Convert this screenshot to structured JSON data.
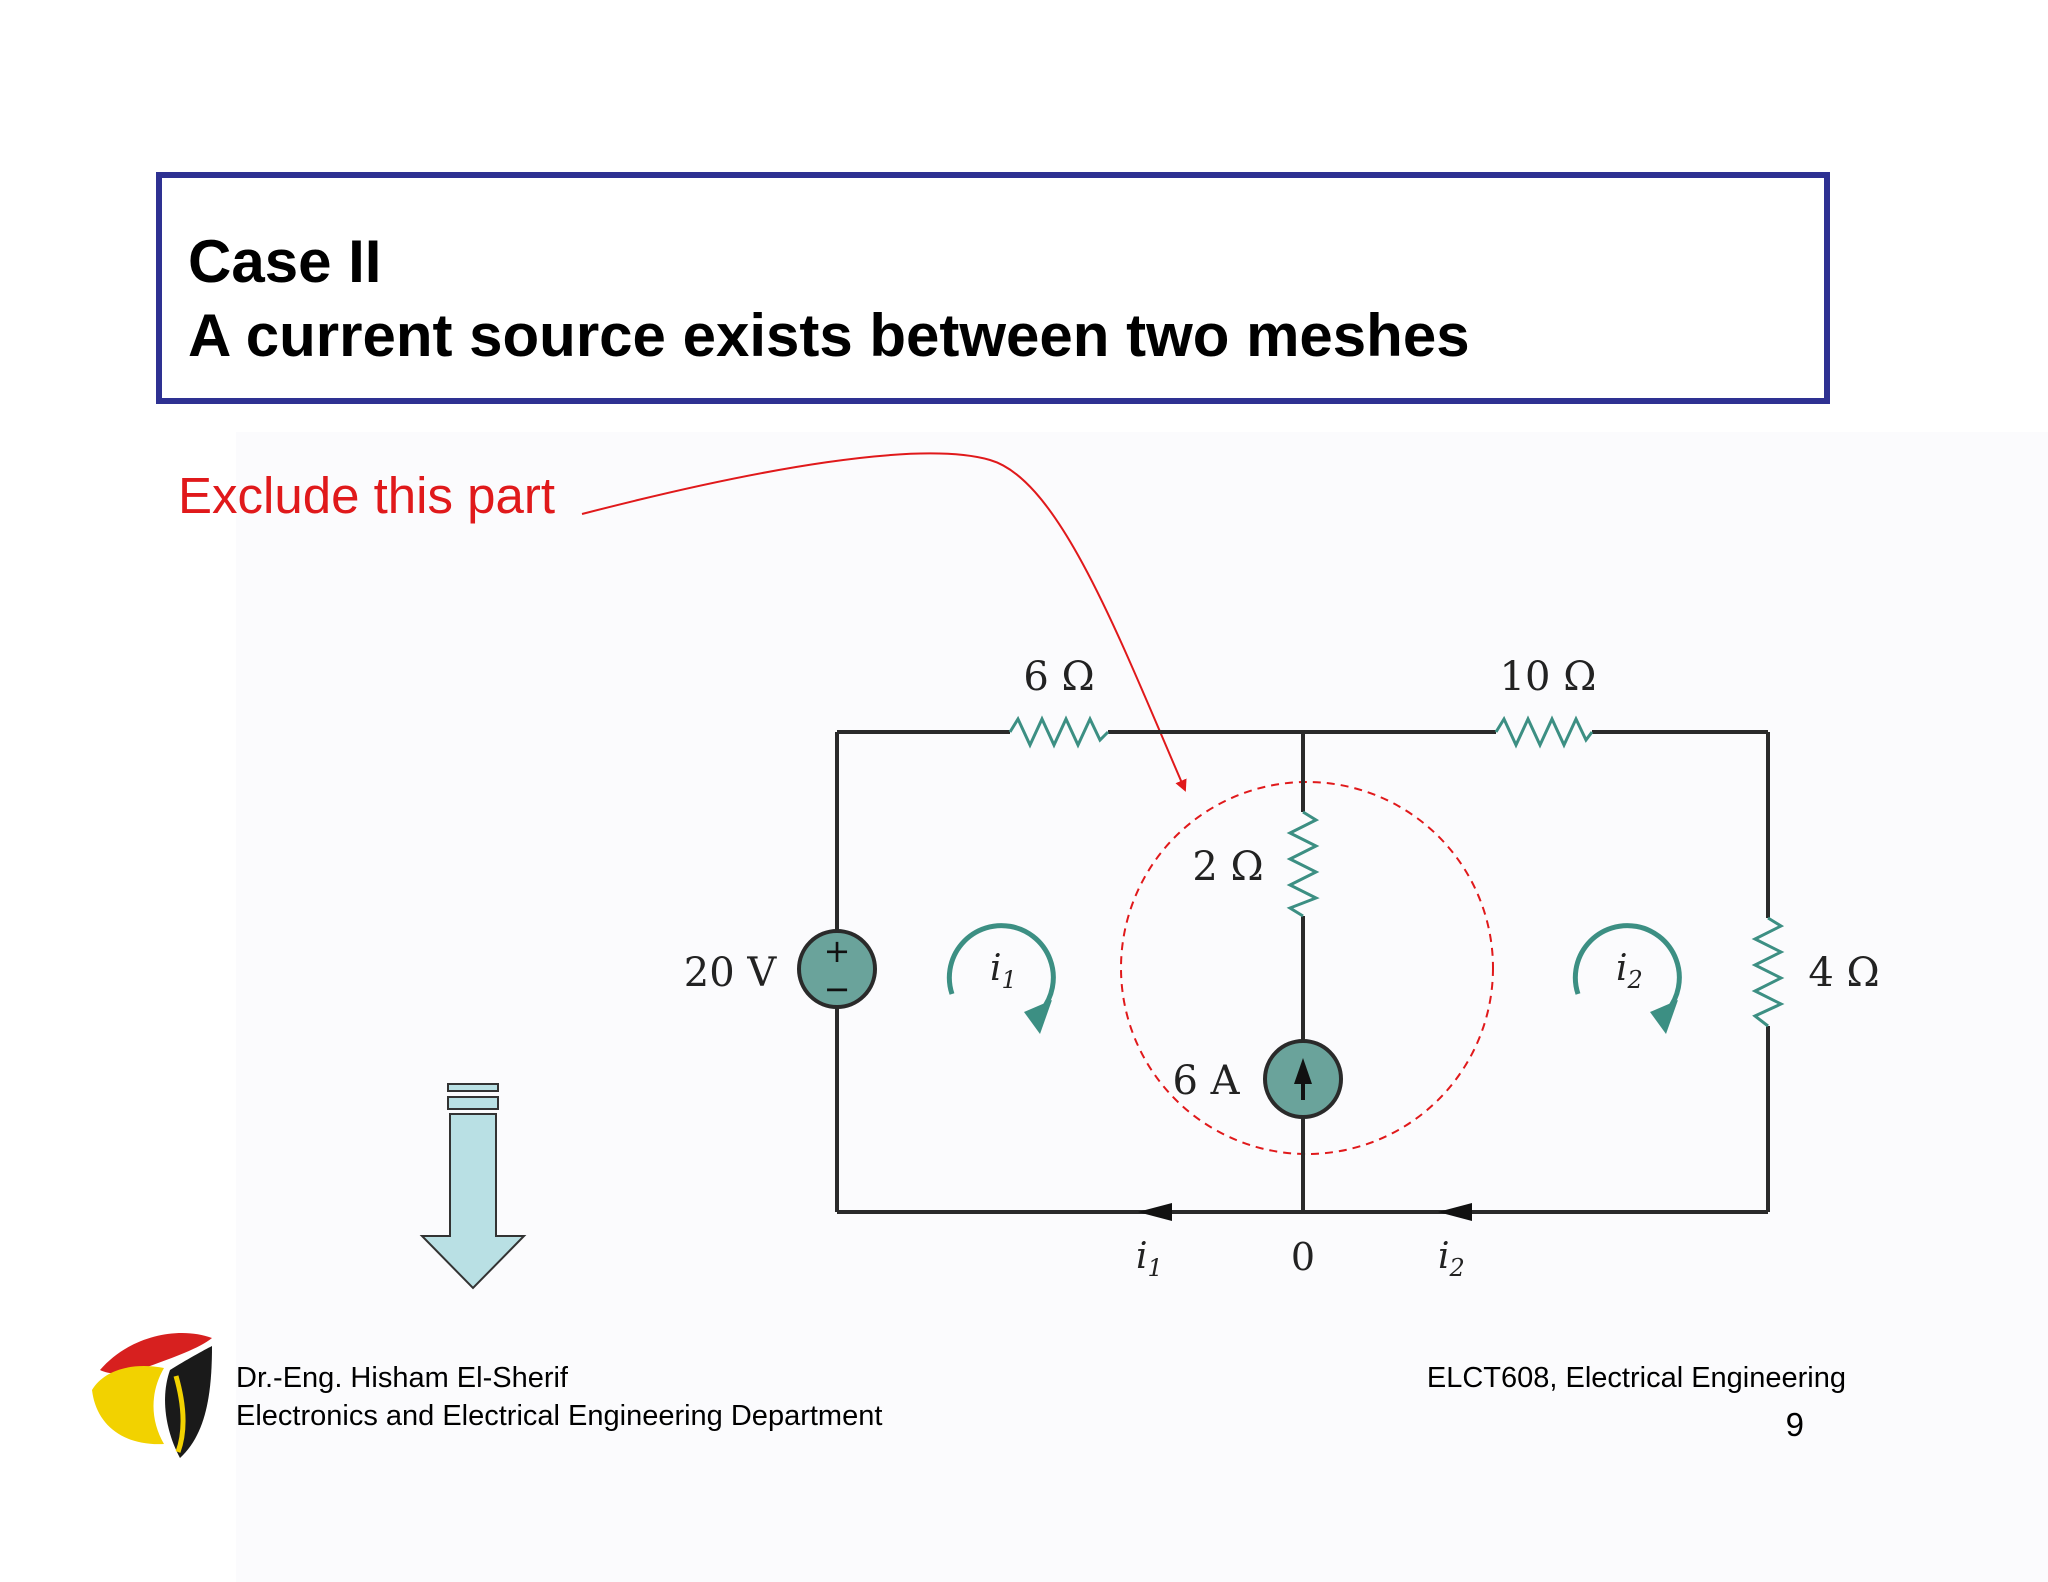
{
  "title": {
    "line1": "Case II",
    "line2": "A current source exists between two meshes"
  },
  "annotation": {
    "text": "Exclude this part",
    "color": "#e0191b"
  },
  "circuit": {
    "r_top_left": "6 Ω",
    "r_top_right": "10 Ω",
    "r_middle": "2 Ω",
    "r_right": "4 Ω",
    "voltage_source": "20 V",
    "current_source": "6 A",
    "mesh1_label": "i",
    "mesh1_sub": "1",
    "mesh2_label": "i",
    "mesh2_sub": "2",
    "bottom_i1": "i",
    "bottom_i1_sub": "1",
    "bottom_node": "0",
    "bottom_i2": "i",
    "bottom_i2_sub": "2",
    "plus": "+",
    "minus": "−",
    "element_color": "#6aa39b",
    "wire_color": "#2a2a2a"
  },
  "footer": {
    "author": "Dr.-Eng. Hisham El-Sherif",
    "department": "Electronics and Electrical Engineering Department",
    "course": "ELCT608, Electrical Engineering",
    "page_number": "9"
  },
  "colors": {
    "title_border": "#2e3192",
    "down_arrow_fill": "#b9e0e4",
    "logo_red": "#d7201f",
    "logo_yellow": "#f2d200",
    "logo_black": "#1a1a1a"
  }
}
